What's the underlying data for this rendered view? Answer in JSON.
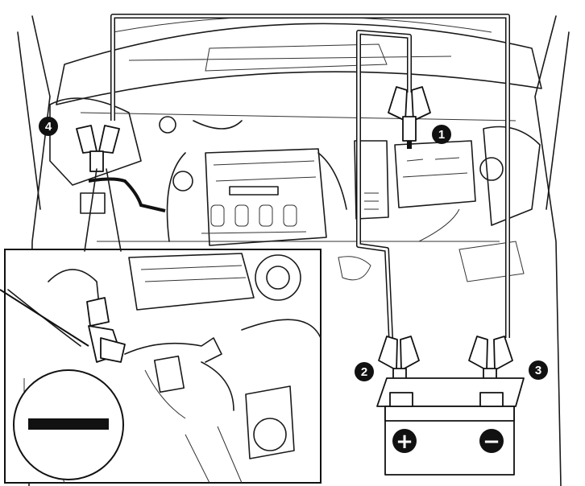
{
  "markers": [
    {
      "id": "marker-1",
      "label": "1"
    },
    {
      "id": "marker-2",
      "label": "2"
    },
    {
      "id": "marker-3",
      "label": "3"
    },
    {
      "id": "marker-4",
      "label": "4"
    }
  ],
  "battery": {
    "positive_symbol": "+",
    "negative_symbol": "−"
  },
  "inset": {
    "negative_symbol": "—"
  },
  "colors": {
    "line": "#1a1a1a",
    "background": "#ffffff"
  }
}
